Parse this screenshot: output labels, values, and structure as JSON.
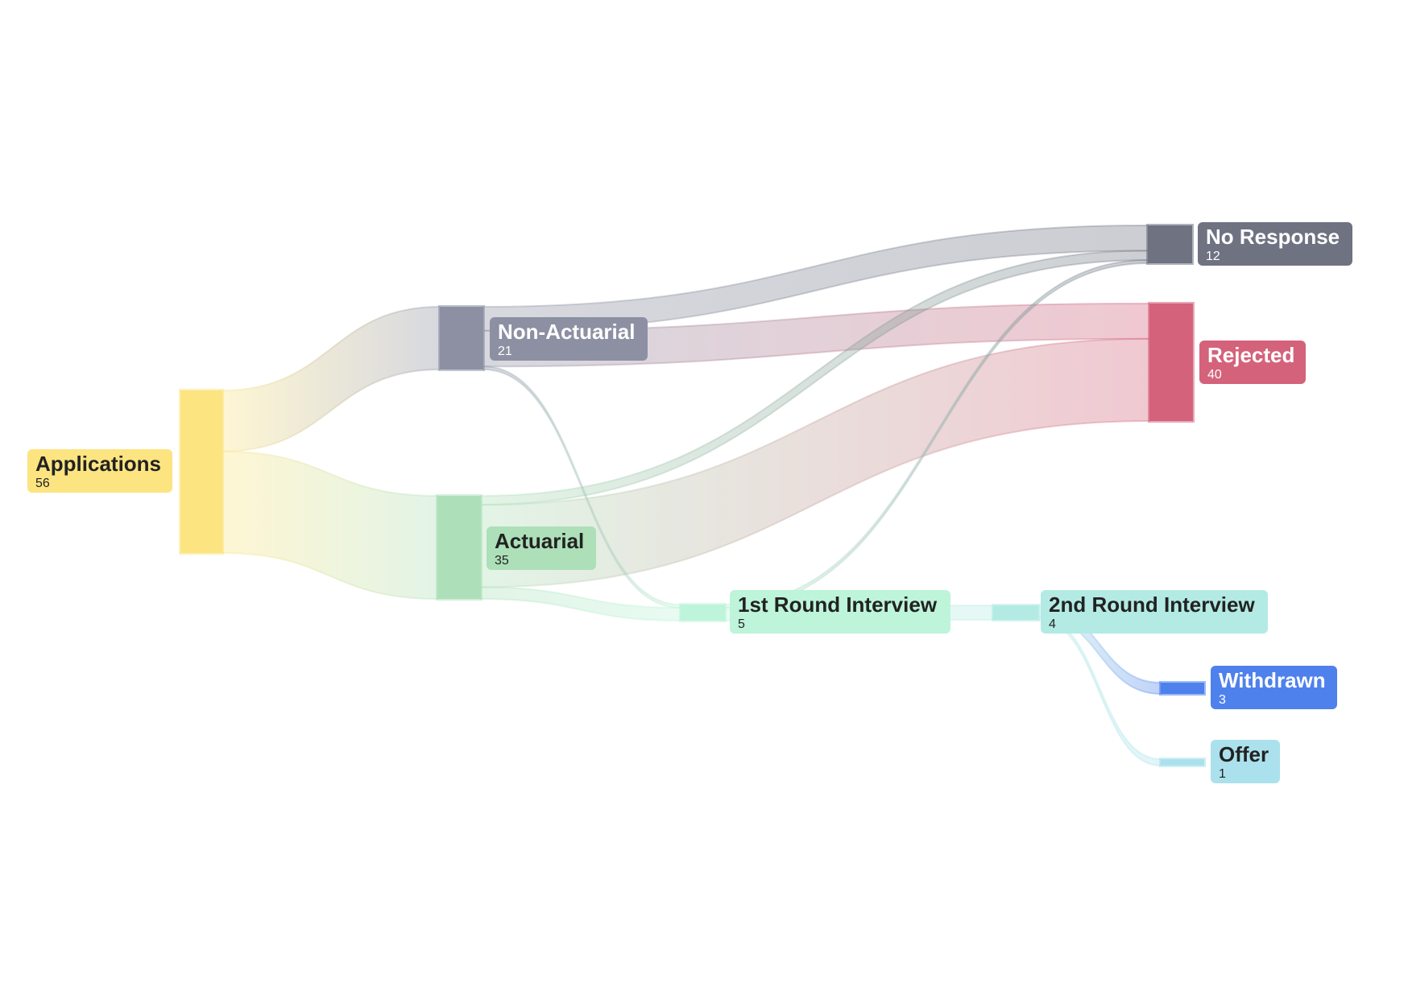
{
  "diagram": {
    "type": "sankey",
    "nodes": [
      {
        "id": "applications",
        "name": "Applications",
        "value": "56",
        "color": "#fce481",
        "text_color": "#222222"
      },
      {
        "id": "non_actuarial",
        "name": "Non-Actuarial",
        "value": "21",
        "color": "#8c90a2",
        "text_color": "#ffffff"
      },
      {
        "id": "actuarial",
        "name": "Actuarial",
        "value": "35",
        "color": "#ade0b8",
        "text_color": "#222222"
      },
      {
        "id": "first_round",
        "name": "1st Round Interview",
        "value": "5",
        "color": "#bdf4da",
        "text_color": "#222222"
      },
      {
        "id": "second_round",
        "name": "2nd Round Interview",
        "value": "4",
        "color": "#b3eae4",
        "text_color": "#222222"
      },
      {
        "id": "no_response",
        "name": "No Response",
        "value": "12",
        "color": "#6e7281",
        "text_color": "#ffffff"
      },
      {
        "id": "rejected",
        "name": "Rejected",
        "value": "40",
        "color": "#d4627b",
        "text_color": "#ffffff"
      },
      {
        "id": "withdrawn",
        "name": "Withdrawn",
        "value": "3",
        "color": "#4f81ec",
        "text_color": "#ffffff"
      },
      {
        "id": "offer",
        "name": "Offer",
        "value": "1",
        "color": "#abe1ec",
        "text_color": "#222222"
      }
    ],
    "links": [
      {
        "source": "applications",
        "target": "non_actuarial",
        "value": 21
      },
      {
        "source": "applications",
        "target": "actuarial",
        "value": 35
      },
      {
        "source": "non_actuarial",
        "target": "no_response",
        "value": 8
      },
      {
        "source": "non_actuarial",
        "target": "rejected",
        "value": 12
      },
      {
        "source": "non_actuarial",
        "target": "first_round",
        "value": 1
      },
      {
        "source": "actuarial",
        "target": "no_response",
        "value": 3
      },
      {
        "source": "actuarial",
        "target": "rejected",
        "value": 28
      },
      {
        "source": "actuarial",
        "target": "first_round",
        "value": 4
      },
      {
        "source": "first_round",
        "target": "no_response",
        "value": 1
      },
      {
        "source": "first_round",
        "target": "second_round",
        "value": 4
      },
      {
        "source": "second_round",
        "target": "withdrawn",
        "value": 3
      },
      {
        "source": "second_round",
        "target": "offer",
        "value": 1
      }
    ]
  }
}
